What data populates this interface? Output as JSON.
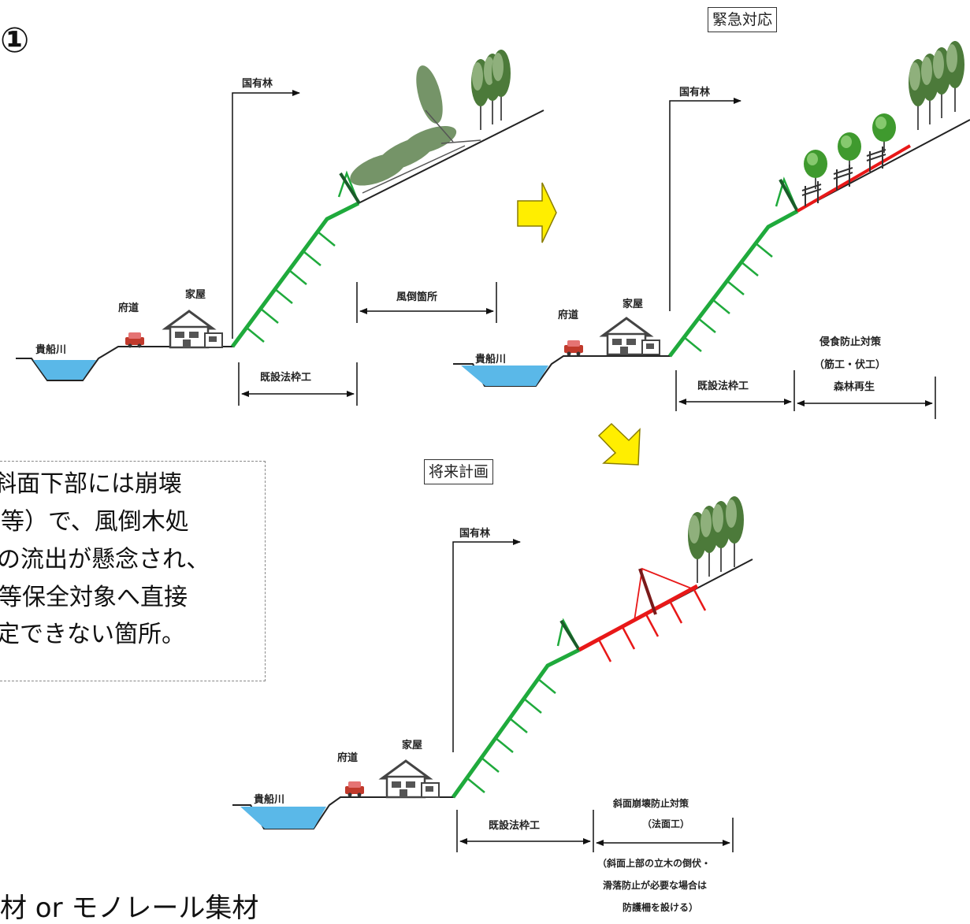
{
  "figure_number": "①",
  "scene_current": {
    "labels": {
      "national_forest": "国有林",
      "house": "家屋",
      "prefectural_road": "府道",
      "river": "貴船川",
      "existing_frame": "既設法枠工",
      "windthrow_area": "風倒箇所"
    }
  },
  "scene_emergency": {
    "title": "緊急対応",
    "labels": {
      "national_forest": "国有林",
      "house": "家屋",
      "prefectural_road": "府道",
      "river": "貴船川",
      "existing_frame": "既設法枠工",
      "erosion_line1": "侵食防止対策",
      "erosion_line2": "（筋工・伏工）",
      "erosion_line3": "森林再生"
    }
  },
  "scene_future": {
    "title": "将来計画",
    "labels": {
      "national_forest": "国有林",
      "house": "家屋",
      "prefectural_road": "府道",
      "river": "貴船川",
      "existing_frame": "既設法枠工",
      "slope_line1": "斜面崩壊防止対策",
      "slope_line2": "（法面工）",
      "note_line1": "（斜面上部の立木の倒伏・",
      "note_line2": "滑落防止が必要な場合は",
      "note_line3": "防護柵を設ける）"
    }
  },
  "note": {
    "lines": [
      "斜面下部には崩壊",
      "等）で、風倒木処",
      "の流出が懸念され、",
      "等保全対象へ直接",
      "定できない箇所。"
    ]
  },
  "bottom_text": "材 or モノレール集材",
  "colors": {
    "existing_frame": "#1faa3c",
    "planned_work": "#e81818",
    "river": "#5ab8e8",
    "arrow": "#ffee00",
    "tree": "#4c7a3a"
  }
}
